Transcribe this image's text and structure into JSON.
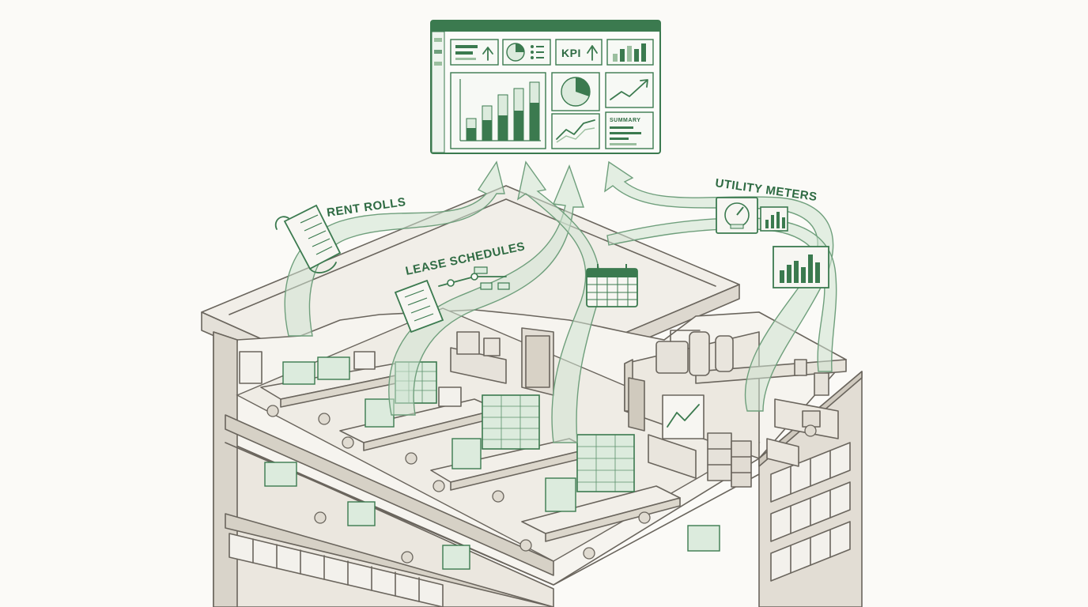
{
  "dashboard": {
    "kpi_label": "KPI",
    "summary_label": "SUMMARY"
  },
  "sources": {
    "rent_rolls": "RENT ROLLS",
    "lease_schedules": "LEASE SCHEDULES",
    "utility_meters": "UTILITY METERS"
  },
  "colors": {
    "accent_green": "#3b7a4f",
    "light_green": "#dcebdd",
    "ink": "#6a655d",
    "background": "#fbfaf7"
  }
}
